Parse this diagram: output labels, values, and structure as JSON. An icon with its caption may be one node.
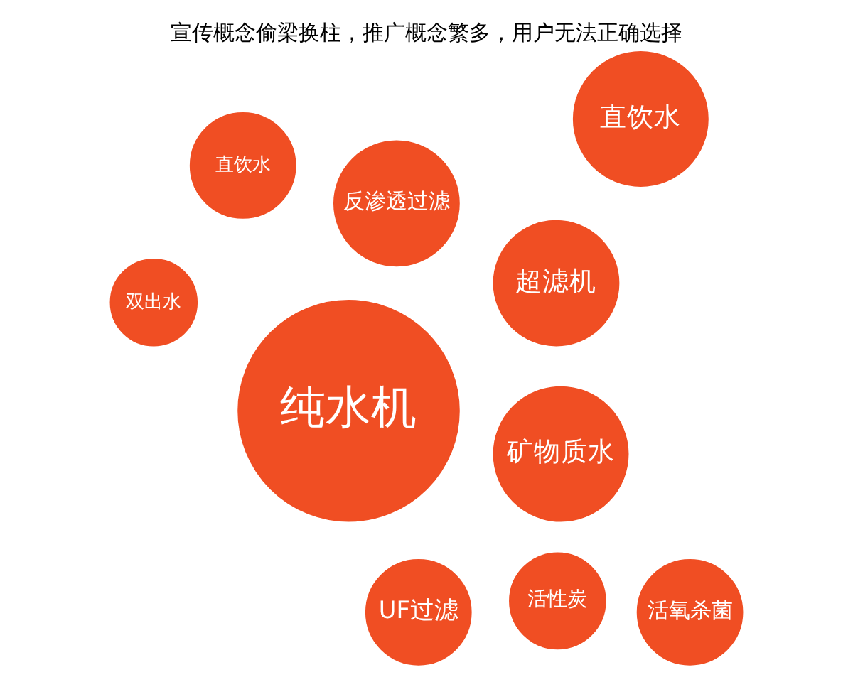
{
  "diagram": {
    "title": "宣传概念偷梁换柱，推广概念繁多，用户无法正确选择",
    "nodes": [
      {
        "text": [
          "矿物质水"
        ]
      },
      {
        "text": [
          "超滤机"
        ]
      },
      {
        "text": [
          "直饮水"
        ]
      },
      {
        "text": [
          "UF过滤"
        ]
      },
      {
        "text": [
          "纯水机"
        ]
      },
      {
        "text": [
          "活性炭"
        ]
      },
      {
        "text": [
          "反渗透过滤"
        ]
      },
      {
        "text": [
          "双出水"
        ]
      },
      {
        "text": [
          "直饮水"
        ]
      },
      {
        "text": [
          "活氧杀菌"
        ]
      }
    ]
  }
}
